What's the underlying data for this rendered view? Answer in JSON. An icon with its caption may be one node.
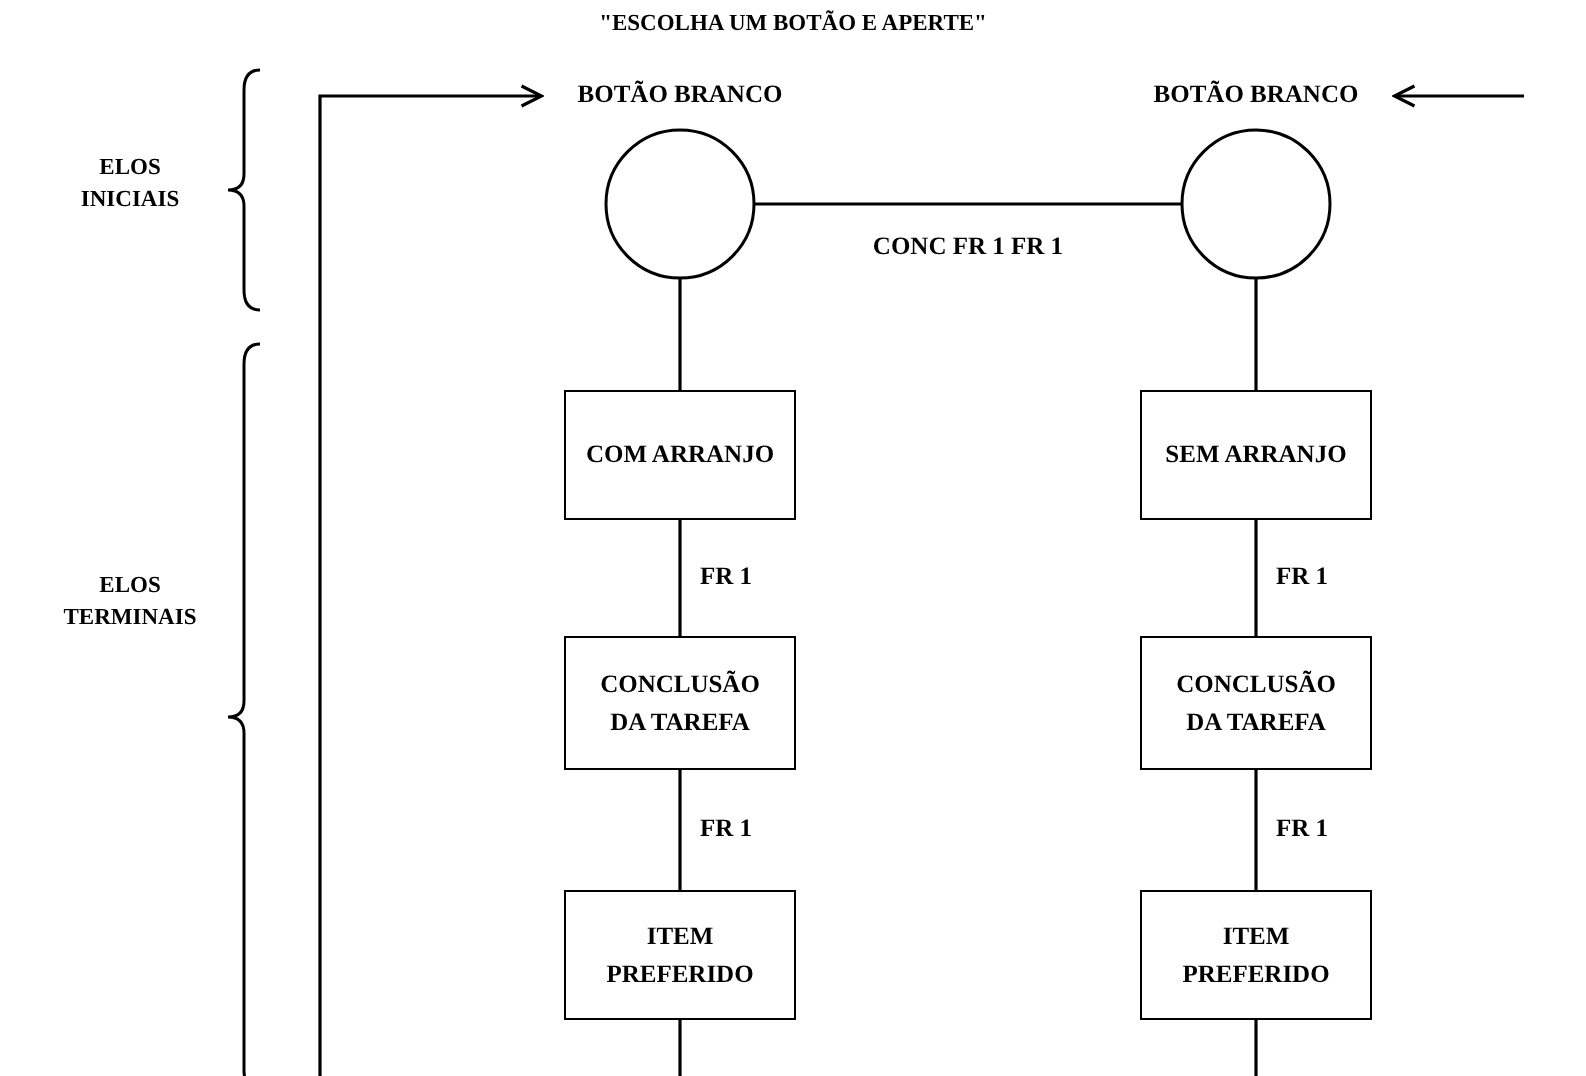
{
  "diagram": {
    "title": "\"ESCOLHA UM BOTÃO E APERTE\"",
    "nodes": [
      {
        "text": [
          "BOTÃO BRANCO"
        ]
      },
      {
        "text": [
          "BOTÃO BRANCO"
        ]
      },
      {
        "text": [
          "COM ARRANJO"
        ]
      },
      {
        "text": [
          "SEM ARRANJO"
        ]
      },
      {
        "text": [
          "CONCLUSÃO DA TAREFA"
        ]
      },
      {
        "text": [
          "CONCLUSÃO DA TAREFA"
        ]
      },
      {
        "text": [
          "ITEM PREFERIDO"
        ]
      },
      {
        "text": [
          "ITEM PREFERIDO"
        ]
      }
    ],
    "edges": [
      {
        "from": 0,
        "to": 1,
        "arrow": "none",
        "label": "CONC FR 1 FR 1"
      },
      {
        "from": 0,
        "to": 2,
        "arrow": "none"
      },
      {
        "from": 1,
        "to": 3,
        "arrow": "none"
      },
      {
        "from": 2,
        "to": 4,
        "arrow": "none",
        "label": "FR 1"
      },
      {
        "from": 3,
        "to": 5,
        "arrow": "none",
        "label": "FR 1"
      },
      {
        "from": 4,
        "to": 6,
        "arrow": "none",
        "label": "FR 1"
      },
      {
        "from": 5,
        "to": 7,
        "arrow": "none",
        "label": "FR 1"
      },
      {
        "from": 6,
        "to": null,
        "arrow": "none"
      },
      {
        "from": 7,
        "to": null,
        "arrow": "none"
      },
      {
        "from": null,
        "to": 0,
        "arrow": "to"
      },
      {
        "from": null,
        "to": 1,
        "arrow": "to"
      }
    ],
    "labels": [
      "ELOS INICIAIS",
      "ELOS TERMINAIS"
    ]
  }
}
